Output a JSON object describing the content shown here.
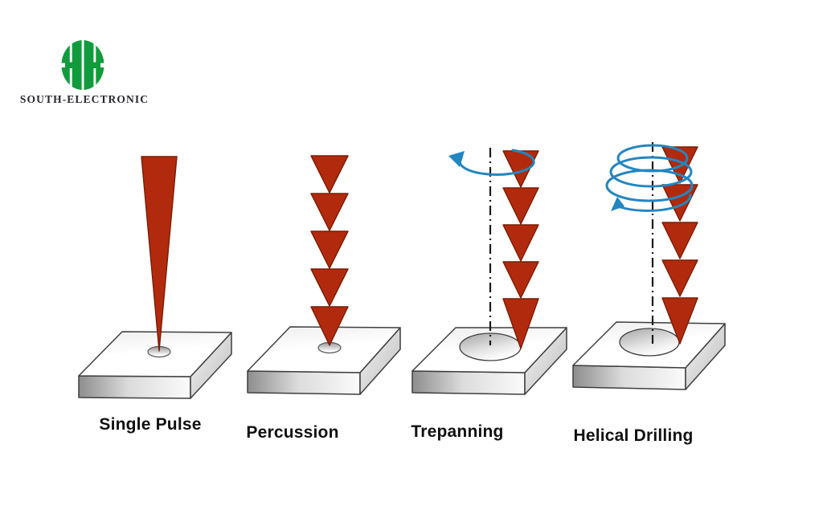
{
  "logo": {
    "company_name": "SOUTH-ELECTRONIC",
    "icon": "hh-monogram-globe-icon",
    "green": "#129b3d"
  },
  "diagram": {
    "methods": [
      {
        "id": "single-pulse",
        "label": "Single Pulse",
        "beam_icon": "single-tapered-laser-pulse",
        "rotation_icon": "none"
      },
      {
        "id": "percussion",
        "label": "Percussion",
        "beam_icon": "laser-pulse-train",
        "rotation_icon": "none"
      },
      {
        "id": "trepanning",
        "label": "Trepanning",
        "beam_icon": "laser-pulse-train",
        "rotation_icon": "circular-rotation-arrow"
      },
      {
        "id": "helical-drilling",
        "label": "Helical Drilling",
        "beam_icon": "laser-pulse-train",
        "rotation_icon": "helical-spiral-arrow"
      }
    ],
    "colors": {
      "laser_red": "#b22a0d",
      "laser_red_outline": "#7a1c04",
      "rotation_blue": "#2386c0",
      "slab_outline": "#3f3f3f",
      "axis_black": "#1b1b1b"
    }
  }
}
